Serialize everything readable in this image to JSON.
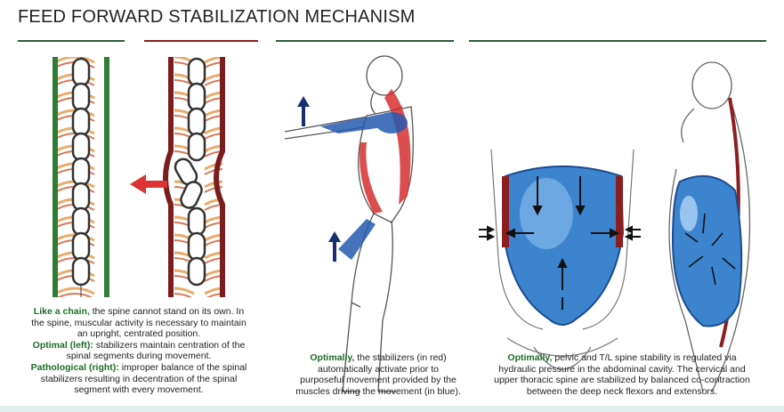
{
  "header": {
    "title": "FEED FORWARD STABILIZATION MECHANISM"
  },
  "colors": {
    "green": "#1f6b2a",
    "red": "#8b1f1f",
    "blue": "#1f5aa8",
    "dark_green_rule": "#2f5b3a"
  },
  "panel_chain": {
    "caption": {
      "lead_bold": "Like a chain,",
      "lead_rest": " the spine cannot stand on its own. In",
      "line2": "the spine, muscular activity is necessary to maintain",
      "line3": "an upright, centrated position.",
      "optimal_bold": "Optimal (left):",
      "optimal_rest": " stabilizers maintain centration of the",
      "optimal_line2": "spinal segments during movement.",
      "pathological_bold": "Pathological (right):",
      "pathological_rest": " improper balance of the spinal",
      "pathological_line2": "stabilizers resulting in decentration of the spinal",
      "pathological_line3": "segment with every movement."
    }
  },
  "panel_reach": {
    "caption": {
      "lead_bold": "Optimally,",
      "lead_rest": " the stabilizers (in red)",
      "line2": "automatically activate prior to",
      "line3": "purposeful movement provided by the",
      "line4": "muscles driving the movement (in blue)."
    }
  },
  "panel_pressure": {
    "caption": {
      "lead_bold": "Optimally,",
      "lead_rest": " pelvic and T/L spine stability is regulated via",
      "line2": "hydraulic pressure in the abdominal cavity. The cervical and",
      "line3": "upper thoracic spine are stabilized by balanced co-contraction",
      "line4": "between the deep neck flexors and extensors."
    }
  }
}
